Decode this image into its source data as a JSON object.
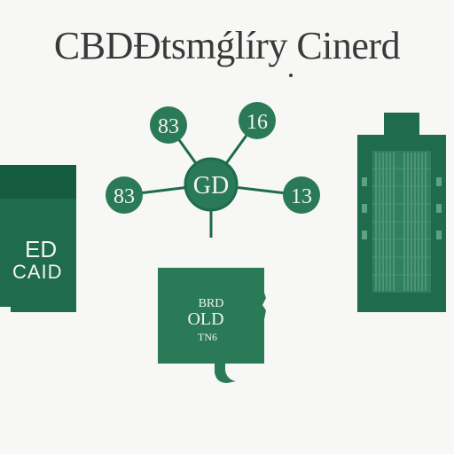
{
  "heading": {
    "text": "CBDÐtsmǵlíry Cinerd"
  },
  "network": {
    "hub_label": "GD",
    "nodes": [
      {
        "label": "83"
      },
      {
        "label": "16"
      },
      {
        "label": "83"
      },
      {
        "label": "13"
      }
    ]
  },
  "left_card": {
    "line1": "ED",
    "line2": "CAID"
  },
  "document": {
    "line1": "BRD",
    "line2": "OLD",
    "line3": "TN6"
  },
  "colors": {
    "primary_green": "#1e6b4e",
    "dark_green": "#155c41",
    "light_bg": "#f7f7f5",
    "text_dark": "#3a3a3a"
  },
  "icons": {
    "network": "network-hub-icon",
    "building": "building-icon",
    "document": "document-icon",
    "card": "card-icon"
  }
}
